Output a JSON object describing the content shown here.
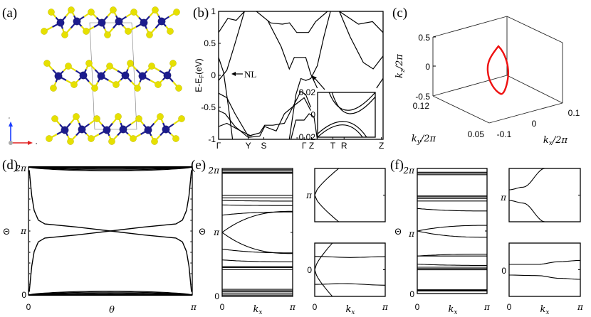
{
  "colors": {
    "metal_atom": "#1c1c8e",
    "chalcogen_atom": "#e6e000",
    "nodal_loop": "#ee1111",
    "axis_c": "#1a3cff",
    "axis_a": "#e02020",
    "curves": "#000000"
  },
  "panels": {
    "a": {
      "label": "(a)",
      "axis_c": "c",
      "axis_a": "a"
    },
    "b": {
      "label": "(b)",
      "annotation": "NL"
    },
    "c": {
      "label": "(c)"
    },
    "d": {
      "label": "(d)"
    },
    "e": {
      "label": "(e)"
    },
    "f": {
      "label": "(f)"
    }
  },
  "chart_data": [
    {
      "id": "b",
      "type": "line",
      "ylabel": {
        "base": "E-E",
        "sub": "F",
        "rest": "(eV)"
      },
      "ylim": [
        -1,
        1
      ],
      "yticks": [
        {
          "v": 1,
          "t": "1"
        },
        {
          "v": 0.5,
          "t": "0.5"
        },
        {
          "v": 0,
          "t": "0"
        },
        {
          "v": -0.5,
          "t": "-0.5"
        },
        {
          "v": -1,
          "t": "-1"
        }
      ],
      "xticks": [
        {
          "v": 0,
          "t": "Γ"
        },
        {
          "v": 0.18,
          "t": "Y"
        },
        {
          "v": 0.275,
          "t": "S"
        },
        {
          "v": 0.52,
          "t": "Γ"
        },
        {
          "v": 0.565,
          "t": "Z"
        },
        {
          "v": 0.695,
          "t": "T"
        },
        {
          "v": 0.763,
          "t": "R"
        },
        {
          "v": 0.99,
          "t": "Z"
        }
      ],
      "xlim": [
        0,
        1
      ],
      "series": [
        {
          "points": [
            [
              0,
              0.67
            ],
            [
              0.056,
              0.89
            ],
            [
              0.107,
              0.86
            ],
            [
              0.157,
              1.0
            ]
          ]
        },
        {
          "points": [
            [
              0.23,
              1.0
            ],
            [
              0.316,
              0.82
            ],
            [
              0.388,
              0.8
            ],
            [
              0.431,
              0.82
            ],
            [
              0.475,
              0.67
            ],
            [
              0.547,
              0.67
            ],
            [
              0.59,
              0.84
            ],
            [
              0.662,
              1.0
            ]
          ]
        },
        {
          "points": [
            [
              0.734,
              1.0
            ],
            [
              0.85,
              0.8
            ],
            [
              0.936,
              0.84
            ],
            [
              0.999,
              0.67
            ]
          ]
        },
        {
          "points": [
            [
              0,
              -0.08
            ],
            [
              0.05,
              0.08
            ],
            [
              0.1,
              0.5
            ],
            [
              0.157,
              1.0
            ]
          ]
        },
        {
          "points": [
            [
              0,
              0.28
            ],
            [
              0.03,
              0.05
            ],
            [
              0.06,
              -0.5
            ],
            [
              0.085,
              -1.0
            ]
          ]
        },
        {
          "points": [
            [
              0.3,
              0.85
            ],
            [
              0.38,
              0.45
            ],
            [
              0.43,
              0.1
            ],
            [
              0.46,
              0.28
            ],
            [
              0.53,
              0.28
            ],
            [
              0.56,
              0.02
            ],
            [
              0.6,
              -0.2
            ]
          ]
        },
        {
          "points": [
            [
              0.43,
              -1.0
            ],
            [
              0.47,
              -0.3
            ],
            [
              0.5,
              -0.05
            ],
            [
              0.53,
              -0.08
            ],
            [
              0.56,
              -0.05
            ],
            [
              0.6,
              0.15
            ],
            [
              0.64,
              0.6
            ],
            [
              0.68,
              1.0
            ]
          ]
        },
        {
          "points": [
            [
              0.734,
              1.0
            ],
            [
              0.8,
              0.6
            ],
            [
              0.88,
              0.2
            ],
            [
              0.94,
              0.1
            ],
            [
              0.999,
              0.3
            ]
          ]
        },
        {
          "points": [
            [
              0,
              -0.28
            ],
            [
              0.05,
              -0.35
            ],
            [
              0.1,
              -0.6
            ],
            [
              0.18,
              -0.95
            ],
            [
              0.25,
              -0.9
            ],
            [
              0.28,
              -0.78
            ],
            [
              0.33,
              -0.78
            ],
            [
              0.4,
              -0.75
            ],
            [
              0.47,
              -0.4
            ],
            [
              0.5,
              -0.25
            ],
            [
              0.53,
              -0.3
            ],
            [
              0.56,
              -0.5
            ]
          ]
        },
        {
          "points": [
            [
              0,
              -0.55
            ],
            [
              0.04,
              -0.6
            ],
            [
              0.1,
              -0.8
            ],
            [
              0.18,
              -0.97
            ],
            [
              0.25,
              -0.95
            ],
            [
              0.28,
              -0.8
            ],
            [
              0.35,
              -0.87
            ],
            [
              0.4,
              -0.6
            ],
            [
              0.47,
              -0.45
            ],
            [
              0.52,
              -0.35
            ],
            [
              0.56,
              -0.55
            ]
          ]
        },
        {
          "points": [
            [
              0,
              -0.8
            ],
            [
              0.05,
              -0.75
            ],
            [
              0.12,
              -0.85
            ],
            [
              0.2,
              -0.95
            ]
          ]
        },
        {
          "points": [
            [
              0.44,
              -1.0
            ],
            [
              0.47,
              -0.7
            ],
            [
              0.52,
              -0.7
            ],
            [
              0.55,
              -0.6
            ],
            [
              0.58,
              -0.65
            ],
            [
              0.6,
              -1.0
            ]
          ]
        },
        {
          "points": [
            [
              0.96,
              -0.2
            ],
            [
              0.999,
              -0.05
            ]
          ]
        }
      ],
      "inset": {
        "ylim": [
          -0.02,
          0.02
        ],
        "yticks": [
          {
            "v": 0.02,
            "t": "0.02"
          },
          {
            "v": 0,
            "t": "0"
          },
          {
            "v": -0.02,
            "t": "-0.02"
          }
        ],
        "series": [
          {
            "points": [
              [
                0.2,
                0.02
              ],
              [
                0.45,
                0.004
              ],
              [
                1,
                0.02
              ]
            ]
          },
          {
            "points": [
              [
                0.25,
                0.02
              ],
              [
                0.47,
                0.001
              ],
              [
                1,
                0.016
              ]
            ]
          },
          {
            "points": [
              [
                0,
                -0.017
              ],
              [
                0.5,
                -0.006
              ],
              [
                0.85,
                -0.02
              ]
            ]
          },
          {
            "points": [
              [
                0,
                -0.02
              ],
              [
                0.47,
                -0.009
              ],
              [
                0.78,
                -0.02
              ]
            ]
          }
        ]
      }
    },
    {
      "id": "c",
      "type": "line3d",
      "xlabel": {
        "base": "k",
        "sub": "x",
        "rest": "/2π"
      },
      "ylabel": {
        "base": "k",
        "sub": "y",
        "rest": "/2π"
      },
      "zlabel": {
        "base": "k",
        "sub": "z",
        "rest": "/2π"
      },
      "xticks": [
        "-0.1",
        "0",
        "0.1"
      ],
      "yticks": [
        "0.12",
        "0.05"
      ],
      "zticks": [
        "0.5",
        "0",
        "-0.5"
      ],
      "series": [
        {
          "name": "",
          "shape": "closed nodal loop"
        }
      ]
    },
    {
      "id": "d",
      "type": "line",
      "ylabel": "Θ",
      "xlabel": "θ",
      "xticks": [
        "0",
        "π"
      ],
      "yticks": [
        "2π",
        "π",
        "0"
      ],
      "xlim_pi": [
        0,
        1
      ],
      "ylim_pi": [
        0,
        2
      ],
      "series_pi": [
        {
          "points": [
            [
              0.005,
              1.95
            ],
            [
              0.012,
              1.75
            ],
            [
              0.02,
              1.55
            ],
            [
              0.035,
              1.32
            ],
            [
              0.06,
              1.17
            ],
            [
              0.1,
              1.11
            ],
            [
              0.3,
              1.06
            ],
            [
              0.5,
              1.0
            ],
            [
              0.7,
              0.94
            ],
            [
              0.9,
              0.89
            ],
            [
              0.94,
              0.83
            ],
            [
              0.965,
              0.68
            ],
            [
              0.98,
              0.45
            ],
            [
              0.995,
              0.05
            ]
          ]
        },
        {
          "points": [
            [
              0.005,
              0.05
            ],
            [
              0.012,
              0.25
            ],
            [
              0.02,
              0.45
            ],
            [
              0.035,
              0.68
            ],
            [
              0.06,
              0.83
            ],
            [
              0.1,
              0.89
            ],
            [
              0.3,
              0.94
            ],
            [
              0.5,
              1.0
            ],
            [
              0.7,
              1.06
            ],
            [
              0.9,
              1.11
            ],
            [
              0.94,
              1.17
            ],
            [
              0.965,
              1.32
            ],
            [
              0.98,
              1.55
            ],
            [
              0.995,
              1.95
            ]
          ]
        }
      ],
      "edge_bands_peak_pi": [
        0.015,
        0.03,
        0.045,
        0.06
      ]
    },
    {
      "id": "e",
      "type": "line",
      "ylabel": "Θ",
      "xlabel": {
        "base": "k",
        "sub": "x",
        "rest": ""
      },
      "xticks": [
        "0",
        "π"
      ],
      "yticks": [
        "2π",
        "π",
        "0"
      ],
      "bands_pi": [
        [
          1.98,
          1.98
        ],
        [
          1.96,
          1.96
        ],
        [
          1.94,
          1.94
        ],
        [
          1.92,
          1.92
        ],
        [
          1.58,
          1.58
        ],
        [
          1.54,
          1.54
        ],
        [
          1.5,
          1.49
        ],
        [
          1.43,
          1.42
        ],
        [
          1.27,
          1.32
        ],
        [
          1.0,
          1.33
        ],
        [
          1.0,
          0.67
        ],
        [
          0.74,
          0.68
        ],
        [
          0.57,
          0.54
        ],
        [
          0.47,
          0.47
        ],
        [
          0.45,
          0.45
        ],
        [
          0.42,
          0.42
        ],
        [
          0.11,
          0.11
        ],
        [
          0.09,
          0.09
        ],
        [
          0.07,
          0.07
        ],
        [
          0.04,
          0.04
        ],
        [
          0.02,
          0.02
        ]
      ],
      "inset_upper": {
        "ytick": "π",
        "series": [
          {
            "points": [
              [
                0,
                0
              ],
              [
                0.34,
                0.1
              ]
            ]
          },
          {
            "points": [
              [
                0,
                0
              ],
              [
                0.34,
                -0.1
              ]
            ]
          }
        ]
      },
      "inset_lower": {
        "ytick": "0",
        "xticks": [
          "0",
          "π"
        ],
        "xlabel": {
          "base": "k",
          "sub": "x",
          "rest": ""
        },
        "series": [
          {
            "points": [
              [
                0,
                0
              ],
              [
                0.25,
                0.1
              ]
            ]
          },
          {
            "points": [
              [
                0,
                0
              ],
              [
                0.25,
                -0.1
              ]
            ]
          },
          {
            "points": [
              [
                0,
                0.05
              ],
              [
                0.5,
                0.046
              ],
              [
                1,
                0.049
              ]
            ]
          },
          {
            "points": [
              [
                0,
                -0.055
              ],
              [
                0.4,
                -0.052
              ],
              [
                1,
                -0.058
              ]
            ]
          }
        ]
      }
    },
    {
      "id": "f",
      "type": "line",
      "ylabel": "Θ",
      "xlabel": {
        "base": "k",
        "sub": "x",
        "rest": ""
      },
      "xticks": [
        "0",
        "π"
      ],
      "yticks": [
        "2π",
        "π",
        "0"
      ],
      "bands_pi": [
        [
          1.94,
          1.94
        ],
        [
          1.92,
          1.92
        ],
        [
          1.9,
          1.9
        ],
        [
          1.56,
          1.56
        ],
        [
          1.545,
          1.545
        ],
        [
          1.52,
          1.52
        ],
        [
          1.48,
          1.48
        ],
        [
          1.36,
          1.32
        ],
        [
          1.0,
          1.09
        ],
        [
          1.0,
          0.9
        ],
        [
          0.6,
          0.63
        ],
        [
          0.6,
          0.6
        ],
        [
          0.47,
          0.45
        ],
        [
          0.42,
          0.42
        ],
        [
          0.4,
          0.4
        ],
        [
          0.38,
          0.38
        ],
        [
          0.06,
          0.06
        ],
        [
          0.05,
          0.05
        ],
        [
          0.04,
          0.04
        ]
      ],
      "inset_upper": {
        "ytick": "π",
        "series": [
          {
            "points": [
              [
                0,
                0.02
              ],
              [
                0.2,
                0.03
              ],
              [
                0.5,
                0.1
              ]
            ]
          },
          {
            "points": [
              [
                0,
                -0.02
              ],
              [
                0.2,
                -0.03
              ],
              [
                0.5,
                -0.1
              ]
            ]
          }
        ]
      },
      "inset_lower": {
        "ytick": "0",
        "xticks": [
          "0",
          "π"
        ],
        "xlabel": {
          "base": "k",
          "sub": "x",
          "rest": ""
        },
        "series": [
          {
            "points": [
              [
                0,
                0.02
              ],
              [
                0.4,
                0.02
              ],
              [
                0.7,
                0.03
              ],
              [
                1,
                0.035
              ]
            ]
          },
          {
            "points": [
              [
                0,
                -0.02
              ],
              [
                0.4,
                -0.022
              ],
              [
                0.7,
                -0.032
              ],
              [
                1,
                -0.036
              ]
            ]
          }
        ]
      }
    }
  ]
}
